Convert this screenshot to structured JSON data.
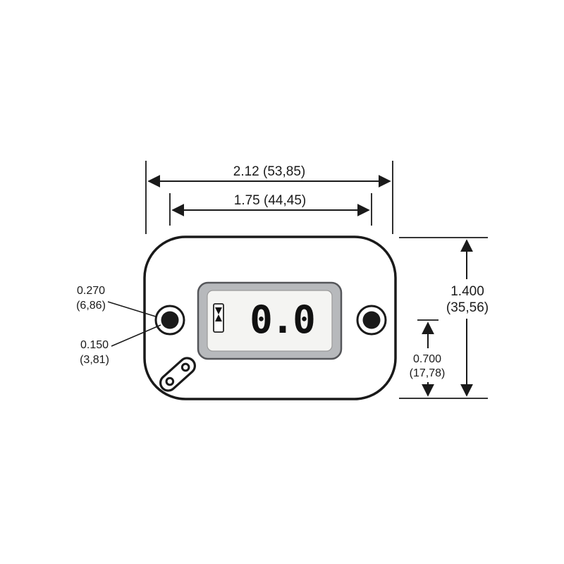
{
  "diagram": {
    "type": "mechanical-dimension-drawing",
    "subject": "hour-meter-front-view",
    "device": {
      "display_value": "0.0"
    },
    "dimensions": {
      "outer_width": "2.12 (53,85)",
      "mount_hole_spacing": "1.75 (44,45)",
      "overall_height": [
        "1.400",
        "(35,56)"
      ],
      "mount_hole_height": [
        "0.700",
        "(17,78)"
      ],
      "hole_outer_dia": [
        "0.270",
        "(6,86)"
      ],
      "hole_inner_dia": [
        "0.150",
        "(3,81)"
      ]
    },
    "colors": {
      "line": "#1a1a1a",
      "bezel": "#b7b9bc",
      "screen": "#f4f4f2",
      "background": "#ffffff"
    }
  }
}
